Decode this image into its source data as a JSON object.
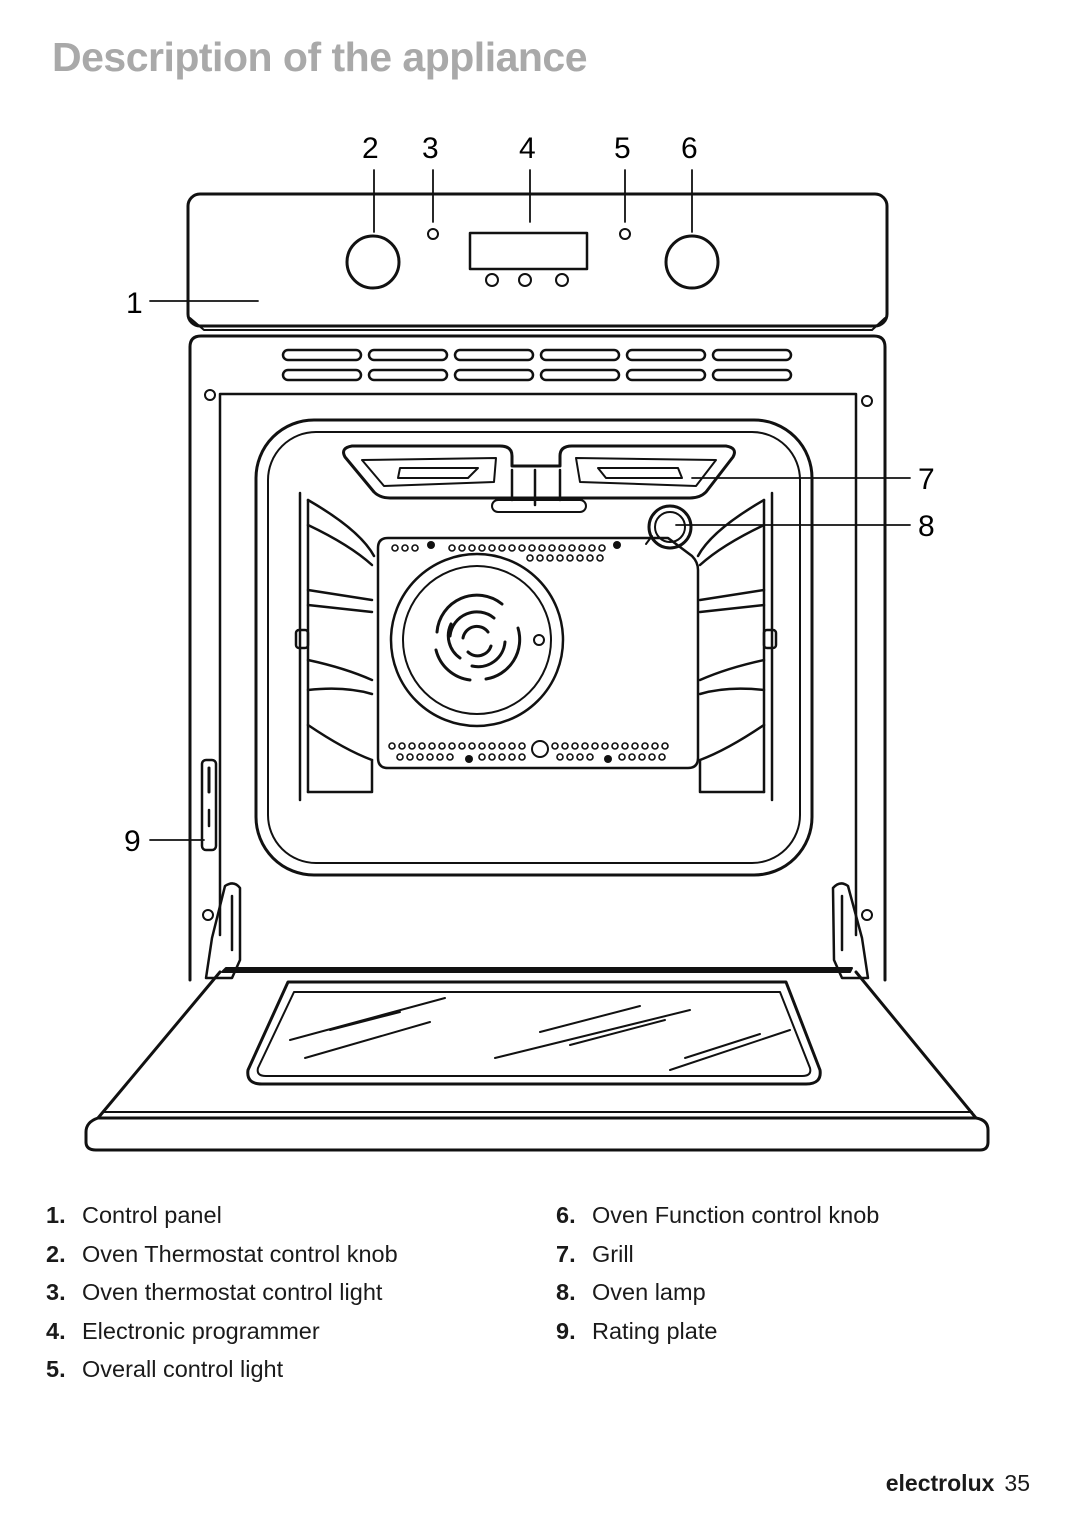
{
  "page": {
    "title": "Description of the appliance"
  },
  "diagram": {
    "callouts": [
      "1",
      "2",
      "3",
      "4",
      "5",
      "6",
      "7",
      "8",
      "9"
    ]
  },
  "legend": {
    "left": [
      {
        "num": "1.",
        "label": "Control panel"
      },
      {
        "num": "2.",
        "label": "Oven Thermostat control knob"
      },
      {
        "num": "3.",
        "label": "Oven thermostat control light"
      },
      {
        "num": "4.",
        "label": "Electronic programmer"
      },
      {
        "num": "5.",
        "label": "Overall control light"
      }
    ],
    "right": [
      {
        "num": "6.",
        "label": "Oven Function control knob"
      },
      {
        "num": "7.",
        "label": "Grill"
      },
      {
        "num": "8.",
        "label": "Oven lamp"
      },
      {
        "num": "9.",
        "label": "Rating plate"
      }
    ]
  },
  "footer": {
    "brand": "electrolux",
    "page_number": "35"
  }
}
